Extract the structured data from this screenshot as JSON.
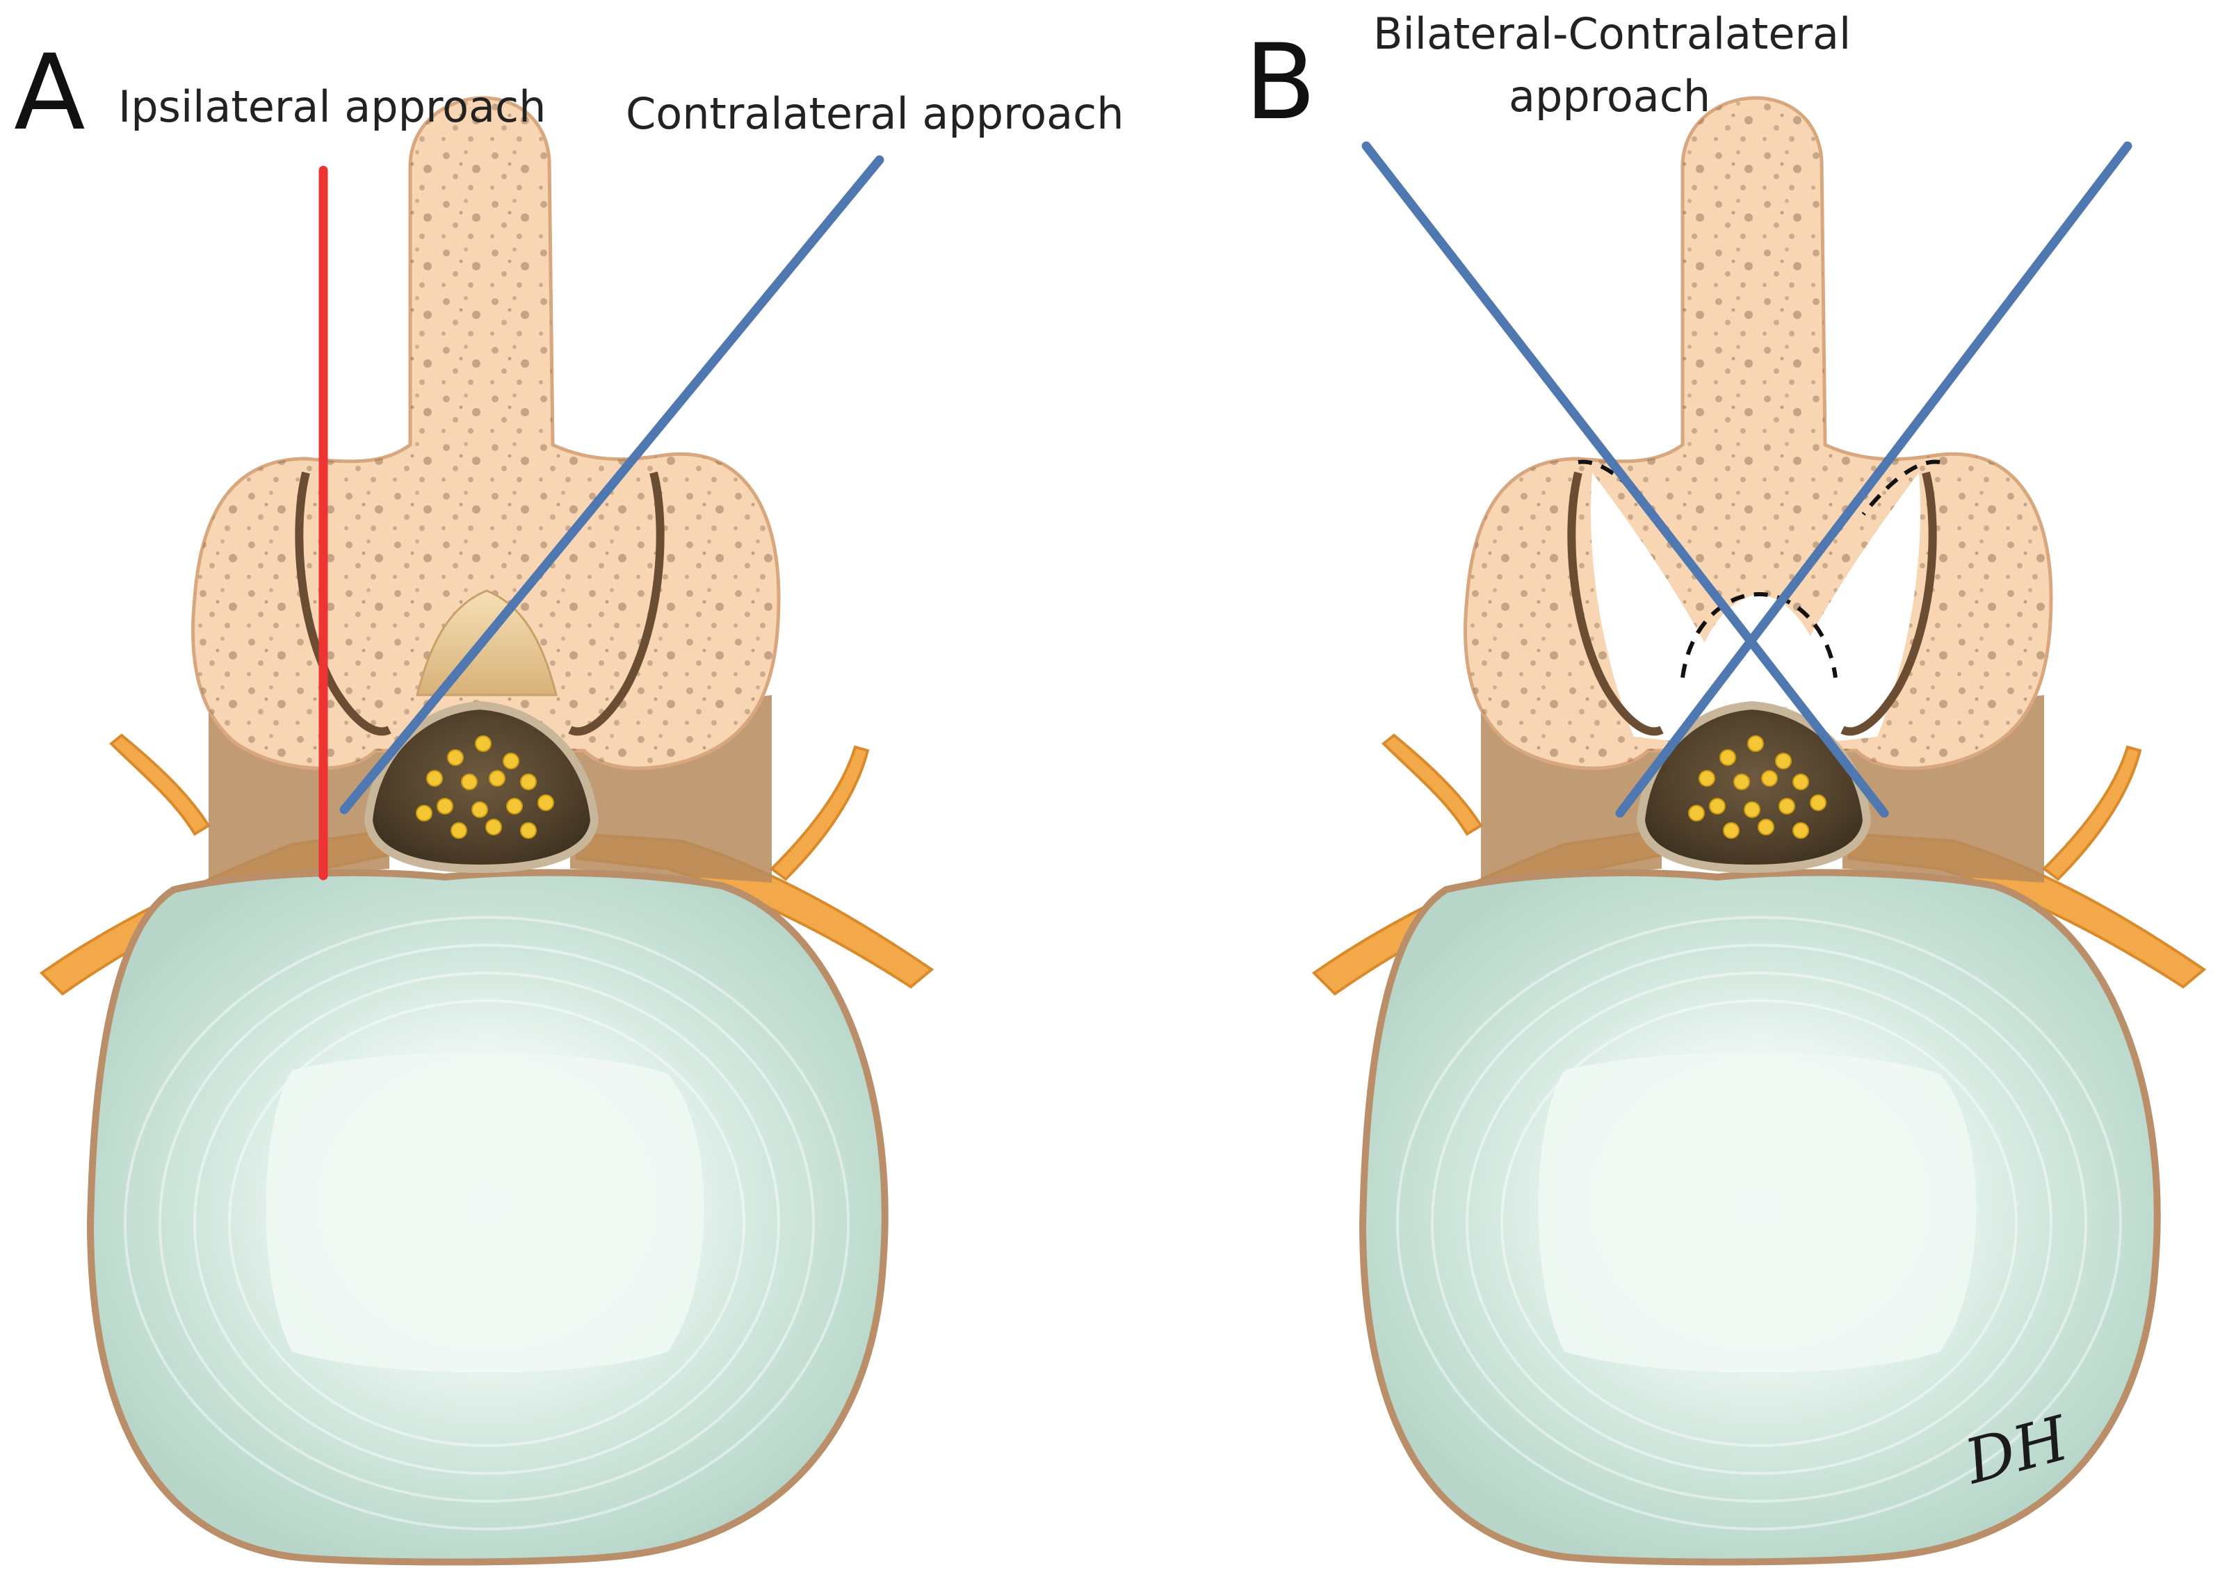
{
  "figure": {
    "panel_a": {
      "letter": "A",
      "label_ipsilateral": "Ipsilateral approach",
      "label_contralateral": "Contralateral approach"
    },
    "panel_b": {
      "letter": "B",
      "label_bilateral_line1": "Bilateral-Contralateral",
      "label_bilateral_line2": "approach"
    },
    "signature": "DH"
  },
  "colors": {
    "bone": "#f8d6b4",
    "bone_outline": "#d9a77e",
    "bone_speckle": "#8a6a4e",
    "nerve": "#f3a94a",
    "disc": "#cfe5dc",
    "disc_center": "#eef7f3",
    "disc_rim": "#b98e68",
    "cord": "#5c4b34",
    "rootlets": "#f4c534",
    "ligament": "#e8c07a",
    "ipsilateral_line": "#ee3333",
    "contralateral_line": "#4f78b0"
  }
}
